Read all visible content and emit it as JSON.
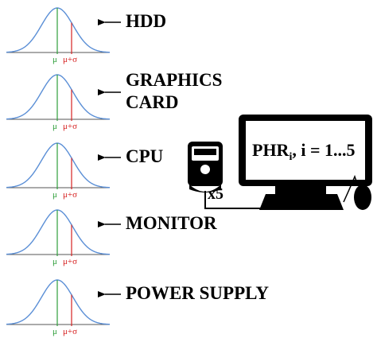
{
  "components": [
    {
      "id": "hdd",
      "lines": [
        "HDD"
      ],
      "mu_label": "μ",
      "sigma_label": "μ+σ"
    },
    {
      "id": "gpu",
      "lines": [
        "GRAPHICS",
        "CARD"
      ],
      "mu_label": "μ",
      "sigma_label": "μ+σ"
    },
    {
      "id": "cpu",
      "lines": [
        "CPU"
      ],
      "mu_label": "μ",
      "sigma_label": "μ+σ"
    },
    {
      "id": "mon",
      "lines": [
        "MONITOR"
      ],
      "mu_label": "μ",
      "sigma_label": "μ+σ"
    },
    {
      "id": "psu",
      "lines": [
        "POWER SUPPLY"
      ],
      "mu_label": "μ",
      "sigma_label": "μ+σ"
    }
  ],
  "monitor_screen": {
    "text_main": "PHR",
    "text_sub": "i",
    "text_rest": ", i = 1...5"
  },
  "multiplier_label": "x5",
  "colors": {
    "mean_line": "#2e9e3a",
    "sigma_line": "#d62020",
    "curve": "#5b8fd6",
    "axis": "#555555"
  },
  "icons": {
    "power_meter": "power-meter-icon",
    "computer": "desktop-computer-icon",
    "mouse": "mouse-icon"
  }
}
